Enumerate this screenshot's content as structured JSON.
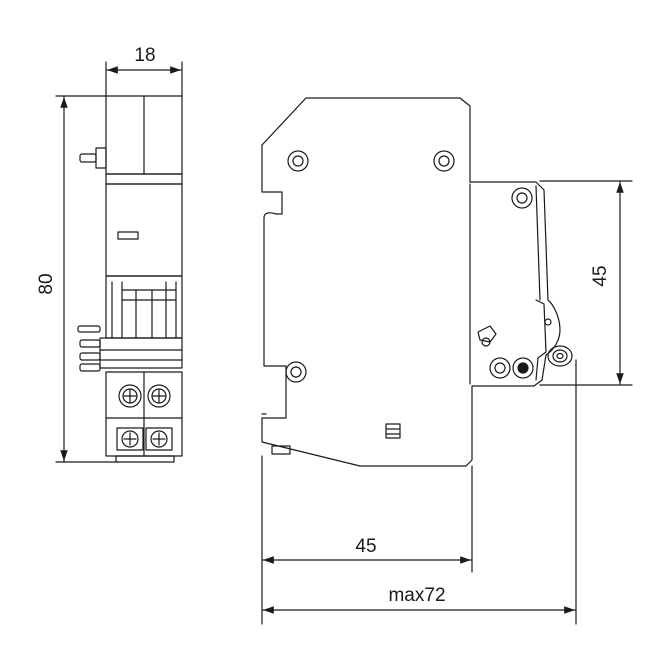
{
  "drawing": {
    "dimensions": {
      "width_module": "18",
      "height_total": "80",
      "height_front": "45",
      "depth_rail": "45",
      "depth_max": "max72"
    },
    "colors": {
      "line": "#1a1a1a",
      "fill": "#ffffff"
    }
  }
}
